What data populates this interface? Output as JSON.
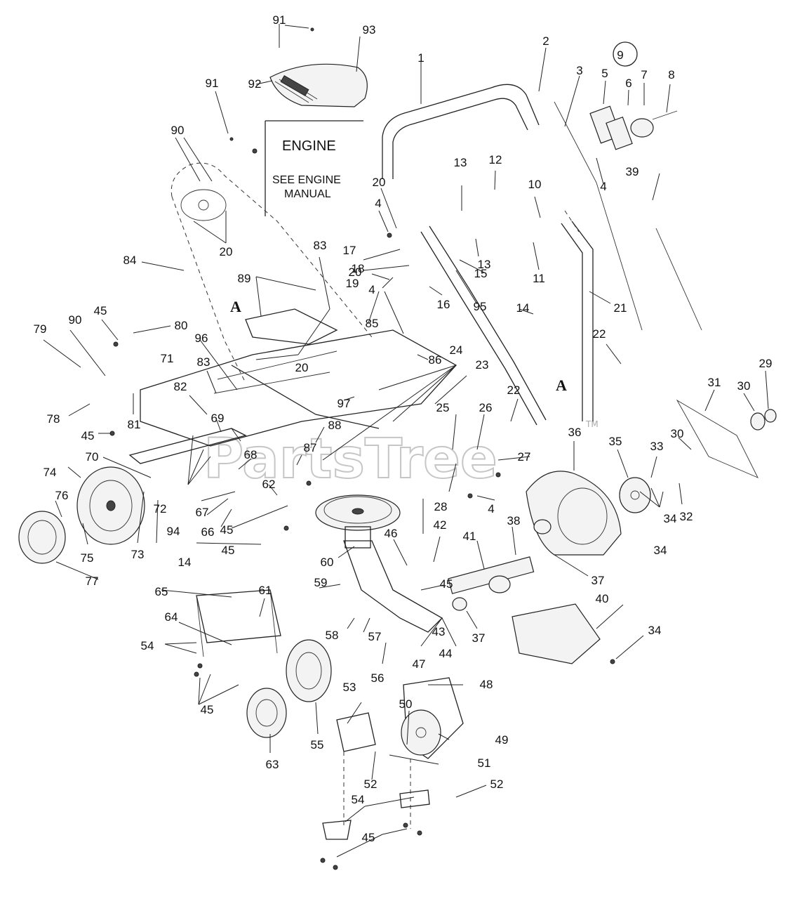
{
  "engine_box": {
    "title": "ENGINE",
    "line1": "SEE ENGINE",
    "line2": "MANUAL"
  },
  "section_marks": [
    "A",
    "A"
  ],
  "watermark": {
    "text": "PartsTree",
    "tm": "TM"
  },
  "callouts": [
    "1",
    "2",
    "3",
    "4",
    "4",
    "4",
    "4",
    "5",
    "6",
    "7",
    "8",
    "9",
    "10",
    "11",
    "12",
    "13",
    "13",
    "14",
    "14",
    "15",
    "16",
    "17",
    "18",
    "19",
    "20",
    "20",
    "20",
    "20",
    "21",
    "22",
    "22",
    "23",
    "24",
    "25",
    "26",
    "27",
    "28",
    "29",
    "30",
    "30",
    "31",
    "32",
    "33",
    "34",
    "34",
    "34",
    "35",
    "36",
    "37",
    "37",
    "38",
    "39",
    "40",
    "41",
    "42",
    "43",
    "44",
    "45",
    "45",
    "45",
    "45",
    "45",
    "45",
    "45",
    "46",
    "47",
    "48",
    "49",
    "50",
    "51",
    "52",
    "52",
    "53",
    "54",
    "54",
    "55",
    "56",
    "57",
    "58",
    "59",
    "60",
    "61",
    "62",
    "63",
    "64",
    "65",
    "66",
    "67",
    "68",
    "69",
    "70",
    "71",
    "72",
    "73",
    "74",
    "75",
    "76",
    "77",
    "78",
    "79",
    "80",
    "81",
    "82",
    "83",
    "83",
    "84",
    "85",
    "86",
    "87",
    "88",
    "89",
    "90",
    "90",
    "91",
    "91",
    "92",
    "93",
    "94",
    "95",
    "96",
    "97"
  ]
}
